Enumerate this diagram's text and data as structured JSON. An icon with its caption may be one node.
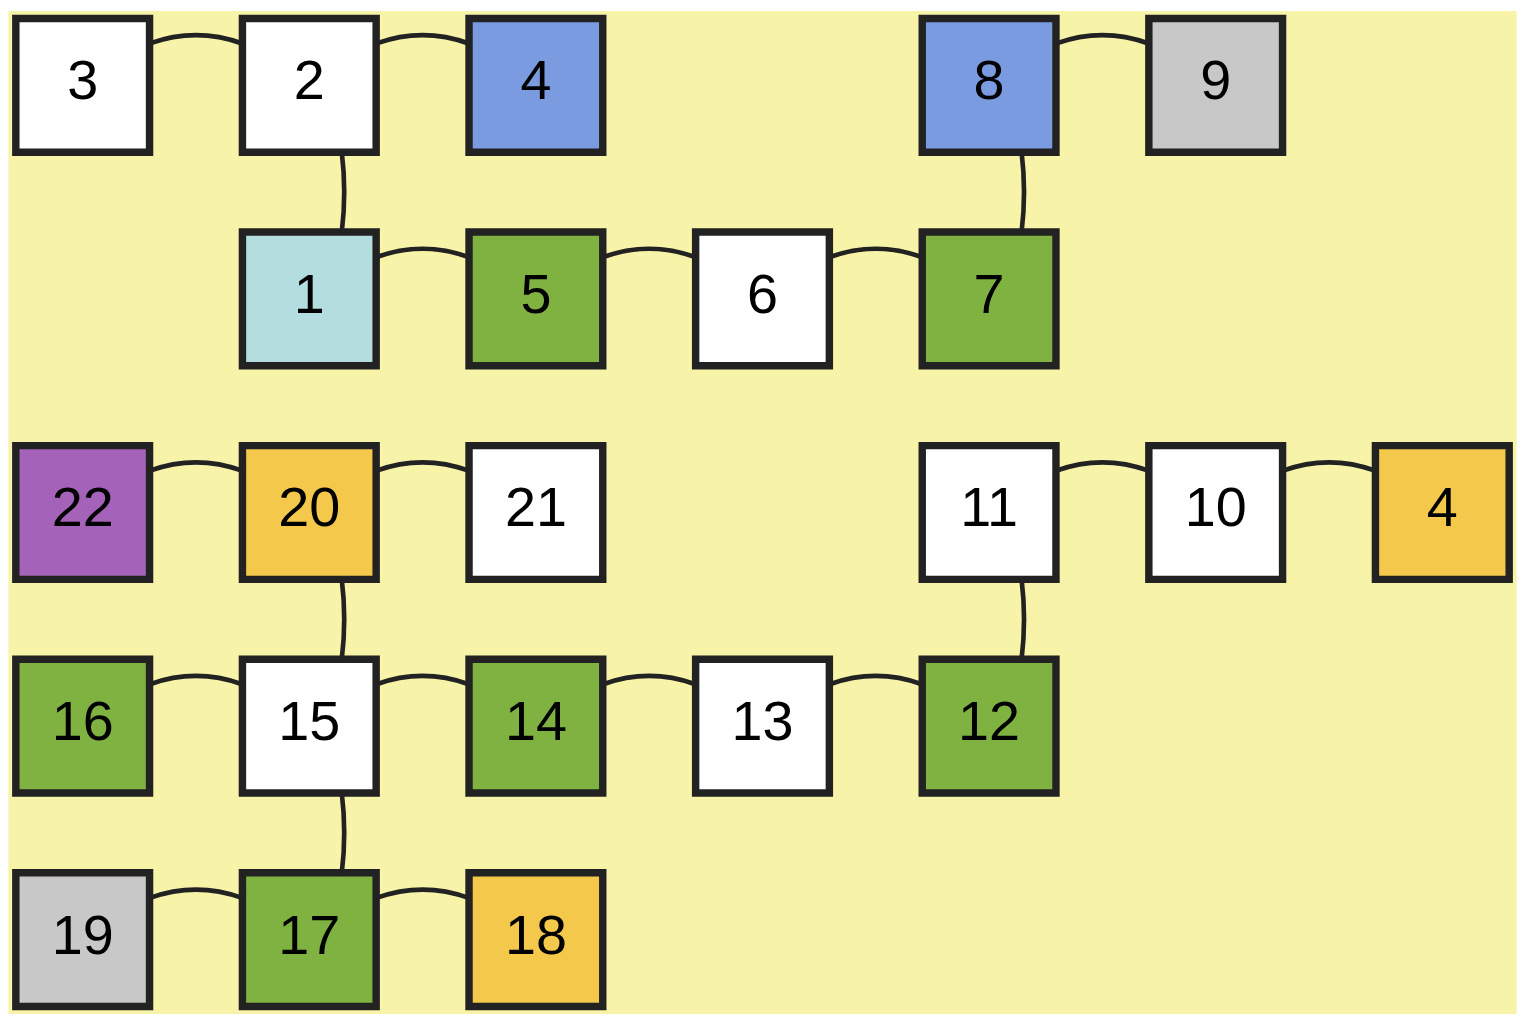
{
  "diagram": {
    "nodes": [
      {
        "text": [
          "3"
        ]
      },
      {
        "text": [
          "2"
        ]
      },
      {
        "text": [
          "4"
        ]
      },
      {
        "text": [
          "8"
        ]
      },
      {
        "text": [
          "9"
        ]
      },
      {
        "text": [
          "1"
        ]
      },
      {
        "text": [
          "5"
        ]
      },
      {
        "text": [
          "6"
        ]
      },
      {
        "text": [
          "7"
        ]
      },
      {
        "text": [
          "22"
        ]
      },
      {
        "text": [
          "20"
        ]
      },
      {
        "text": [
          "21"
        ]
      },
      {
        "text": [
          "11"
        ]
      },
      {
        "text": [
          "10"
        ]
      },
      {
        "text": [
          "4"
        ]
      },
      {
        "text": [
          "16"
        ]
      },
      {
        "text": [
          "15"
        ]
      },
      {
        "text": [
          "14"
        ]
      },
      {
        "text": [
          "13"
        ]
      },
      {
        "text": [
          "12"
        ]
      },
      {
        "text": [
          "19"
        ]
      },
      {
        "text": [
          "17"
        ]
      },
      {
        "text": [
          "18"
        ]
      }
    ],
    "edges": [
      {
        "from": 0,
        "to": 1,
        "arrow": "none"
      },
      {
        "from": 1,
        "to": 2,
        "arrow": "none"
      },
      {
        "from": 3,
        "to": 4,
        "arrow": "none"
      },
      {
        "from": 1,
        "to": 5,
        "arrow": "none"
      },
      {
        "from": 3,
        "to": 8,
        "arrow": "none"
      },
      {
        "from": 5,
        "to": 6,
        "arrow": "none"
      },
      {
        "from": 6,
        "to": 7,
        "arrow": "none"
      },
      {
        "from": 7,
        "to": 8,
        "arrow": "none"
      },
      {
        "from": 9,
        "to": 10,
        "arrow": "none"
      },
      {
        "from": 10,
        "to": 11,
        "arrow": "none"
      },
      {
        "from": 12,
        "to": 13,
        "arrow": "none"
      },
      {
        "from": 13,
        "to": 14,
        "arrow": "none"
      },
      {
        "from": 10,
        "to": 16,
        "arrow": "none"
      },
      {
        "from": 12,
        "to": 19,
        "arrow": "none"
      },
      {
        "from": 15,
        "to": 16,
        "arrow": "none"
      },
      {
        "from": 16,
        "to": 17,
        "arrow": "none"
      },
      {
        "from": 17,
        "to": 18,
        "arrow": "none"
      },
      {
        "from": 18,
        "to": 19,
        "arrow": "none"
      },
      {
        "from": 16,
        "to": 21,
        "arrow": "none"
      },
      {
        "from": 20,
        "to": 21,
        "arrow": "none"
      },
      {
        "from": 21,
        "to": 22,
        "arrow": "none"
      }
    ]
  }
}
